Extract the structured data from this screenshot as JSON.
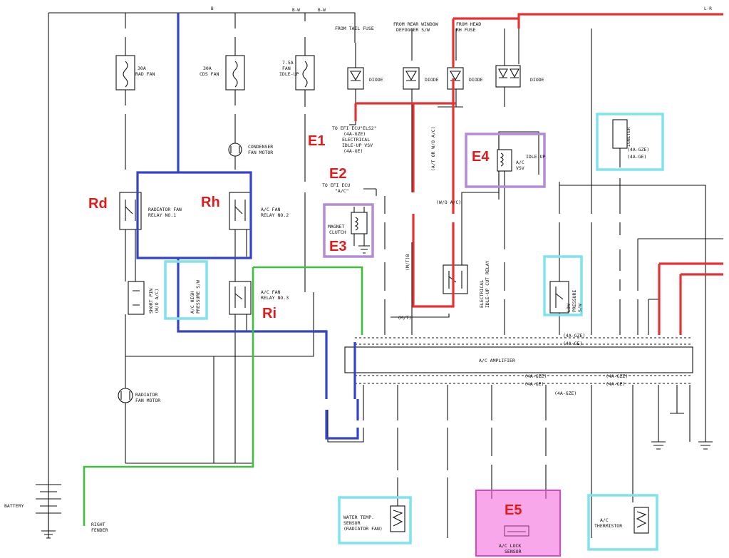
{
  "texts": {
    "b_top": "B",
    "bw_top": "B-W",
    "bw_top2": "B-W",
    "lr_top": "L-R",
    "from_tail": "FROM TAIL FUSE",
    "from_rear": "FROM REAR WINDOW",
    "defogger": "DEFOGGER S/W",
    "from_head": "FROM HEAD",
    "rh_fuse": "RH FUSE",
    "fuse_rad_a": "30A",
    "fuse_rad_b": "RAD FAN",
    "fuse_cds_a": "30A",
    "fuse_cds_b": "CDS FAN",
    "fuse_idle_a": "7.5A",
    "fuse_idle_b": "FAN",
    "fuse_idle_c": "IDLE-UP",
    "cond_motor_a": "CONDENSER",
    "cond_motor_b": "FAN MOTOR",
    "rad_relay_a": "RADIATOR FAN",
    "rad_relay_b": "RELAY NO.1",
    "ac_relay2_a": "A/C FAN",
    "ac_relay2_b": "RELAY NO.2",
    "ac_relay3_a": "A/C FAN",
    "ac_relay3_b": "RELAY NO.3",
    "short_pin": "SHORT PIN",
    "short_pin_b": "(W/O A/C)",
    "hp_sw_a": "A/C HIGH",
    "hp_sw_b": "PRESSURE S/W",
    "rad_motor_a": "RADIATOR",
    "rad_motor_b": "FAN MOTOR",
    "battery": "BATTERY",
    "right_fender_a": "RIGHT",
    "right_fender_b": "FENDER",
    "diode_j": "DIODE",
    "diode_k": "DIODE",
    "diode_l": "DIODE",
    "diode_m": "DIODE",
    "efi_a": "TO EFI ECU\"ELS2\"",
    "efi_b": "(4A-GZE)",
    "efi_c": "ELECTRICAL",
    "efi_d": "IDLE-UP VSV",
    "efi_e": "(4A-GE)",
    "efi2_a": "TO EFI ECU",
    "efi2_b": "\"A/C\"",
    "mag_a": "MAGNET",
    "mag_b": "CLUTCH",
    "idle_up": "IDLE-UP",
    "ac_vsv_a": "A/C",
    "ac_vsv_b": "VSV",
    "at_wo_ac": "(A/T OR W/O A/C)",
    "wo_ac": "(W/O A/C)",
    "mt_tb": "(M/T)B",
    "mt": "(M/T)",
    "elec_relay_a": "ELECTRICAL",
    "elec_relay_b": "IDLE-UP CUT RELAY",
    "low_press_a": "LOW",
    "low_press_b": "PRESSURE",
    "low_press_c": "S/W",
    "igniter": "IGNITER",
    "ign_gze": "(4A-GZE)",
    "ign_ge": "(4A-GE)",
    "amp": "A/C AMPLIFIER",
    "gze1": "(4A-GZE)",
    "ge1": "(4A-GE)",
    "gze2": "(4A-GZE)",
    "ge2": "(4A-GE)",
    "gze3": "(4A-GZE)",
    "ge3": "(4A-GE)",
    "gze4": "(4A-GZE)",
    "water_a": "WATER TEMP.",
    "water_b": "SENSOR",
    "water_c": "(RADIATOR FAN)",
    "lock_a": "A/C LOCK",
    "lock_b": "SENSOR",
    "thermo_a": "A/C",
    "thermo_b": "THERMISTOR",
    "E1": "E1",
    "E2": "E2",
    "E3": "E3",
    "E4": "E4",
    "E5": "E5",
    "Rd": "Rd",
    "Rh": "Rh",
    "Ri": "Ri"
  }
}
